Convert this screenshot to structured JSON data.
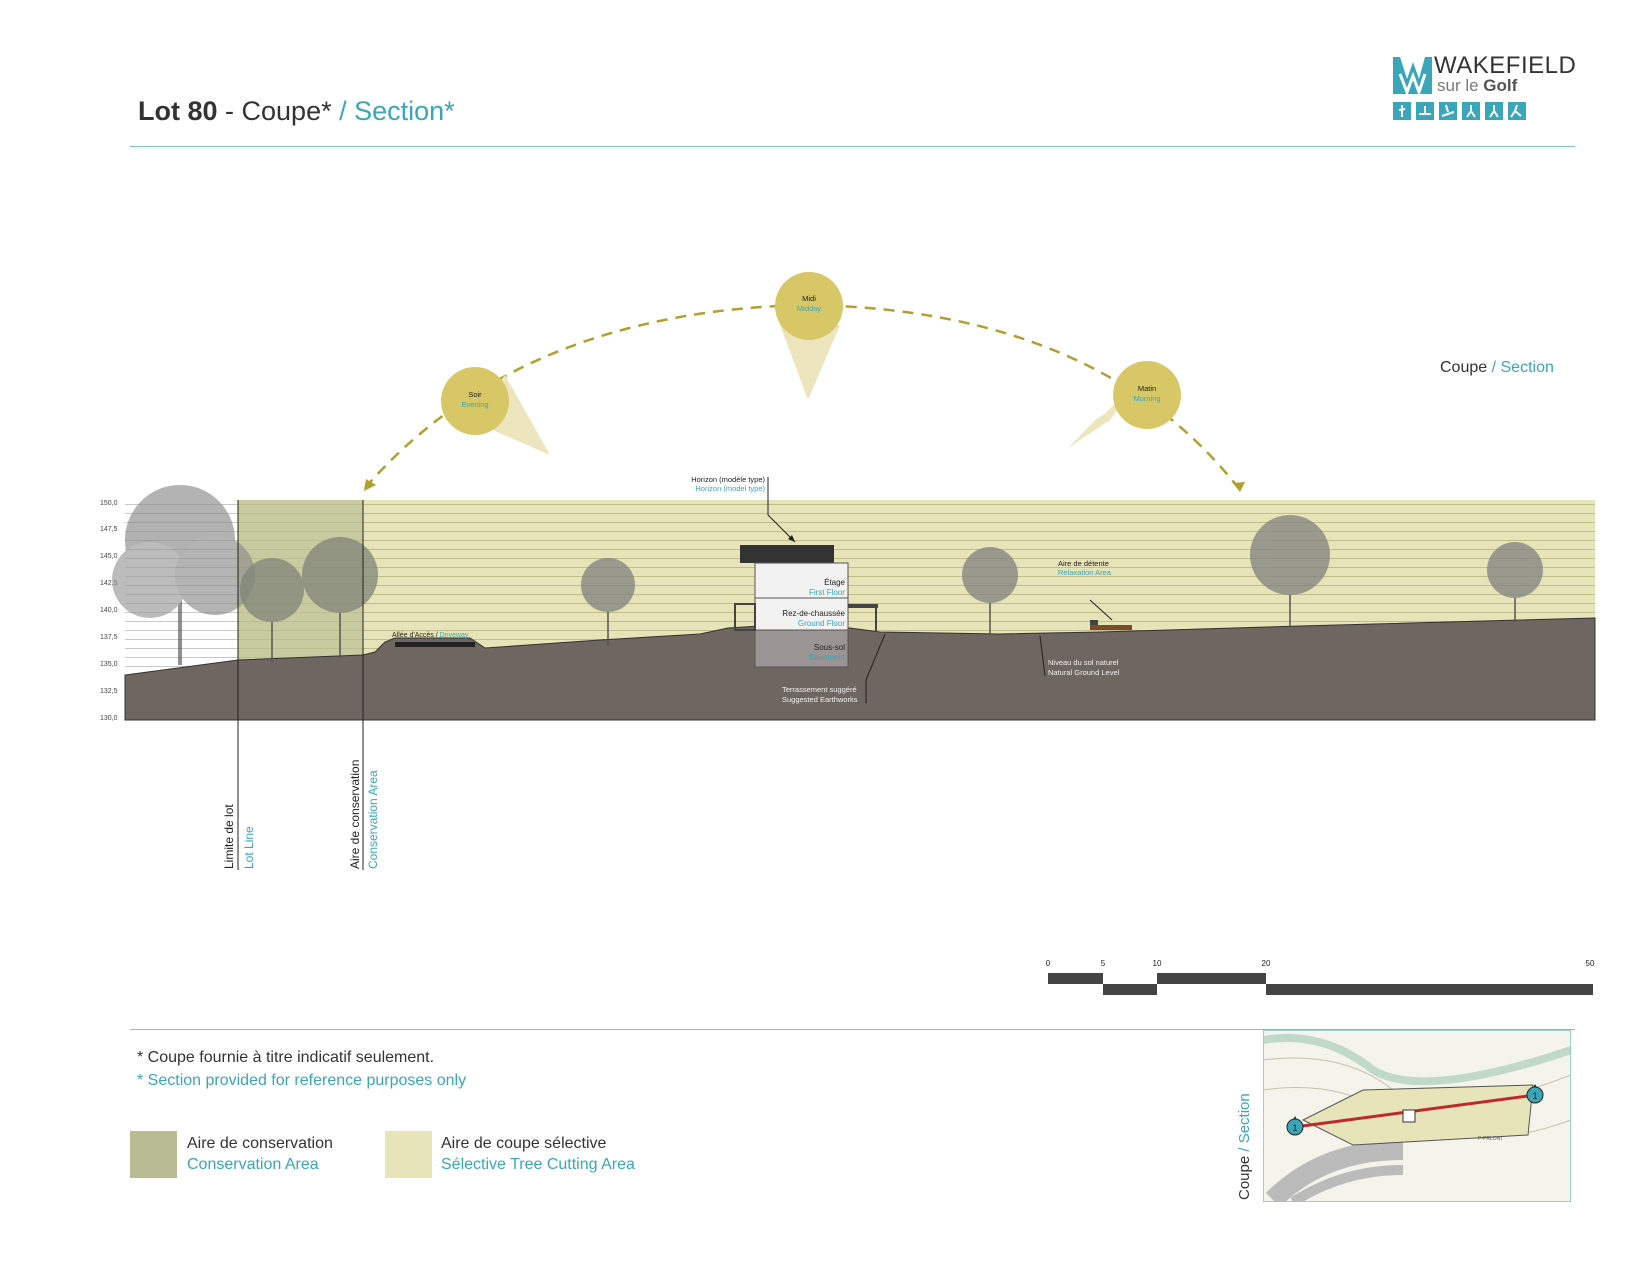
{
  "header": {
    "lot_label": "Lot 80",
    "separator": " - ",
    "title_fr": "Coupe*",
    "title_en": " / Section*"
  },
  "logo": {
    "name": "WAKEFIELD",
    "sub_prefix": "sur le ",
    "sub_bold": "Golf",
    "icon": "wakefield-w-logo",
    "activity_icons": [
      "golf-icon",
      "kayak-icon",
      "ski-icon",
      "hike-icon",
      "walk-icon",
      "run-icon"
    ]
  },
  "view_label": {
    "fr": "Coupe",
    "en": " / Section"
  },
  "sun": {
    "evening": {
      "fr": "Soir",
      "en": "Evening"
    },
    "midday": {
      "fr": "Midi",
      "en": "Midday"
    },
    "morning": {
      "fr": "Matin",
      "en": "Morning"
    }
  },
  "elevations": [
    "150,0",
    "147,5",
    "145,0",
    "142,5",
    "140,0",
    "137,5",
    "135,0",
    "132,5",
    "130,0"
  ],
  "annotations": {
    "horizon": {
      "fr": "Horizon (modèle type)",
      "en": "Horizon (model type)"
    },
    "first_floor": {
      "fr": "Étage",
      "en": "First Floor"
    },
    "ground_floor": {
      "fr": "Rez-de-chaussée",
      "en": "Ground Floor"
    },
    "basement": {
      "fr": "Sous-sol",
      "en": "Basement"
    },
    "driveway": {
      "fr": "Allée d'Accès / ",
      "en": "Driveway"
    },
    "relaxation": {
      "fr": "Aire de détente",
      "en": "Relaxation Area"
    },
    "natural_ground": {
      "fr": "Niveau du sol naturel",
      "en": "Natural Ground Level"
    },
    "earthworks": {
      "fr": "Terrassement suggéré",
      "en": "Suggested Earthworks"
    },
    "lot_line": {
      "fr": "Limite de lot",
      "en": "Lot Line"
    },
    "conservation_line": {
      "fr": "Aire de conservation",
      "en": "Conservation Area"
    }
  },
  "scale": {
    "ticks": [
      "0",
      "5",
      "10",
      "20",
      "50"
    ]
  },
  "notes": {
    "fr": "* Coupe fournie à titre indicatif seulement.",
    "en": "* Section provided for reference purposes only"
  },
  "legend": [
    {
      "fr": "Aire de conservation",
      "en": "Conservation Area",
      "color": "#b8bc93"
    },
    {
      "fr": "Aire de coupe sélective",
      "en": "Sélective Tree Cutting Area",
      "color": "#e6e4b8"
    }
  ],
  "mini_map": {
    "label_fr": "Coupe",
    "label_en": " / Section",
    "markers": [
      "1",
      "1"
    ],
    "road_label": "P-PRLONT"
  },
  "colors": {
    "accent": "#3aa6b9",
    "sun": "#d8c766",
    "sun_arc": "#b0a030",
    "ground": "#6e6660",
    "selective": "#e6e4b8",
    "conservation": "#b8bc93",
    "section_line": "#c0282d"
  }
}
